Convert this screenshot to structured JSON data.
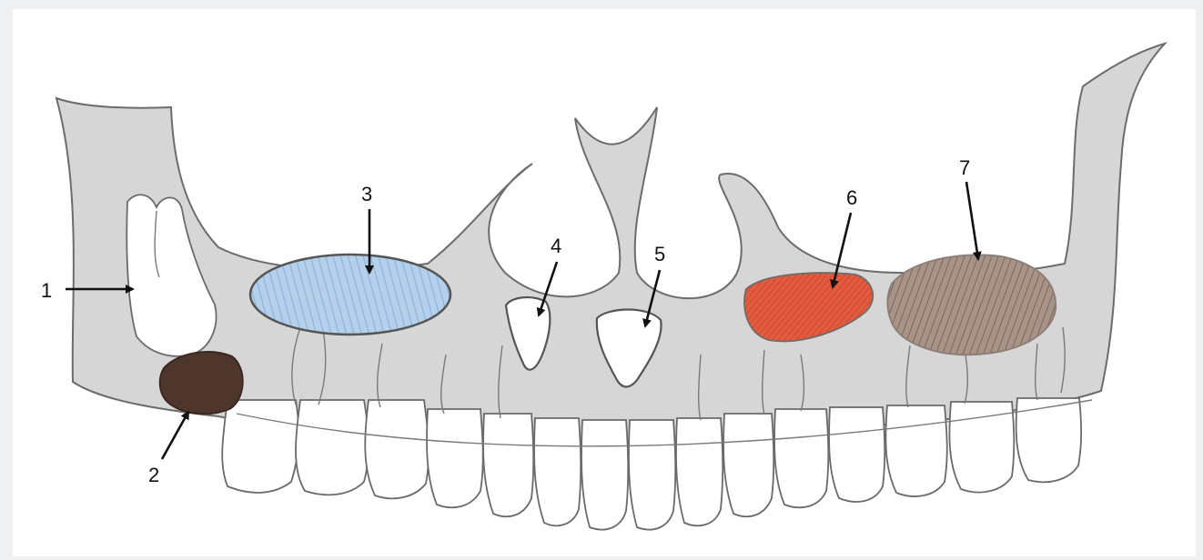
{
  "figure": {
    "labels": [
      "1",
      "2",
      "3",
      "4",
      "5",
      "6",
      "7"
    ]
  },
  "lesions": {
    "label_1": {
      "fill": "#ffffff"
    },
    "label_2": {
      "fill": "#4a3228"
    },
    "label_3": {
      "fill": "#a9c8e4"
    },
    "label_4": {
      "fill": "#ffffff"
    },
    "label_5": {
      "fill": "#ffffff"
    },
    "label_6": {
      "fill": "#e0553a"
    },
    "label_7": {
      "fill": "#9a8478"
    }
  },
  "colors": {
    "background": "#ffffff",
    "bone": "#d6d6d6",
    "outline": "#6c6c6c",
    "arrow": "#111111"
  }
}
